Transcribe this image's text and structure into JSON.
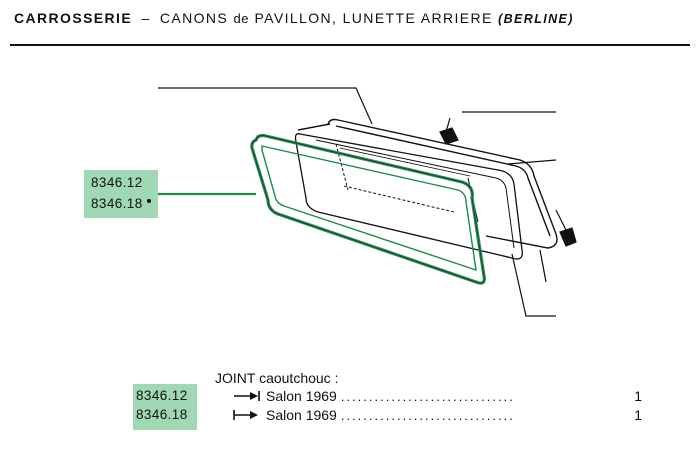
{
  "header": {
    "title_main": "CARROSSERIE",
    "title_sep": "–",
    "title_part1": "CANONS",
    "title_de": "de",
    "title_part2": "PAVILLON, LUNETTE ARRIERE",
    "title_variant": "(BERLINE)"
  },
  "callout": {
    "refs": [
      "8346.12",
      "8346.18"
    ]
  },
  "legend": {
    "heading": "JOINT caoutchouc :",
    "rows": [
      {
        "code": "8346.12",
        "arrow": "up-to",
        "label": "Salon 1969",
        "dots": "...............................",
        "qty": "1"
      },
      {
        "code": "8346.18",
        "arrow": "from",
        "label": "Salon 1969",
        "dots": "...............................",
        "qty": "1"
      }
    ]
  },
  "colors": {
    "highlight_green": "#9fd8b2",
    "part_outline_green": "#1d8a4a",
    "line": "#111111"
  }
}
